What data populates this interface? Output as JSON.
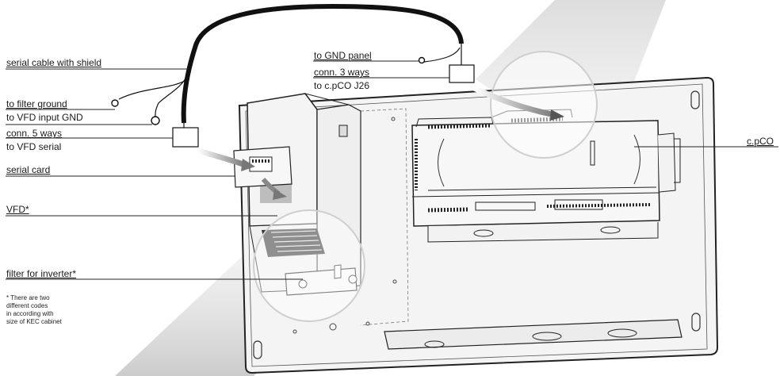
{
  "labels": {
    "serial_cable": "serial cable with shield",
    "filter_ground": "to filter ground",
    "vfd_input_gnd": "to VFD input GND",
    "conn5": "conn. 5 ways",
    "vfd_serial": "to VFD serial",
    "serial_card": "serial card",
    "vfd": "VFD*",
    "filter_inverter": "filter for inverter*",
    "gnd_panel": "to GND panel",
    "conn3": "conn. 3 ways",
    "cpco_j26": "to c.pCO J26",
    "cpco": "c.pCO"
  },
  "footnote": {
    "line1": "* There are two",
    "line2": "different codes",
    "line3": "in according with",
    "line4": "size of KEC cabinet"
  }
}
